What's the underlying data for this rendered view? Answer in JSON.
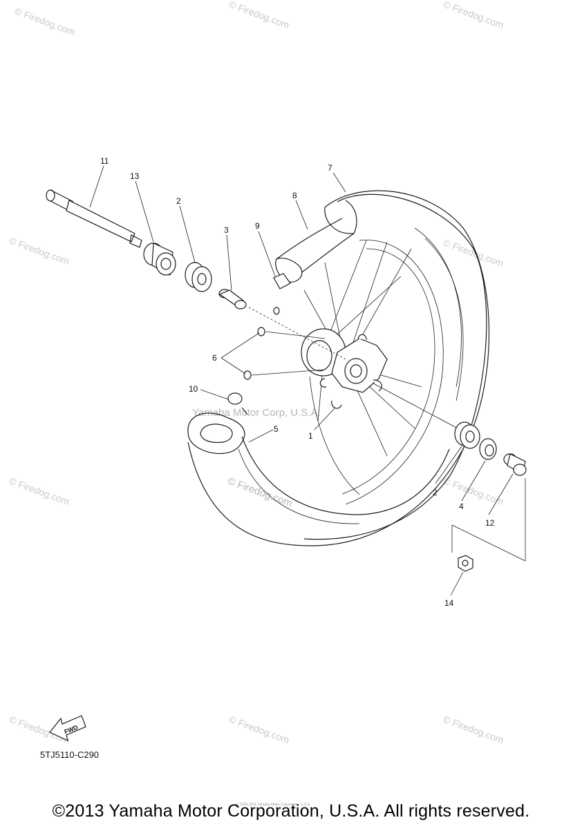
{
  "diagram": {
    "part_code": "5TJ5110-C290",
    "fwd_label": "FWD",
    "center_watermark": "Yamaha Motor Corp, U.S.A.",
    "site_watermark": "© Firedog.com",
    "footer_copyright": "©2013 Yamaha Motor Corporation, U.S.A. All rights reserved.",
    "footer_small": "(c) 2005-2015 Yamaha Motor Corporation, U.S.A.",
    "callouts": [
      "1",
      "2",
      "3",
      "4",
      "5",
      "6",
      "7",
      "8",
      "9",
      "10",
      "11",
      "12",
      "13",
      "14"
    ],
    "callout_2b": "2"
  }
}
